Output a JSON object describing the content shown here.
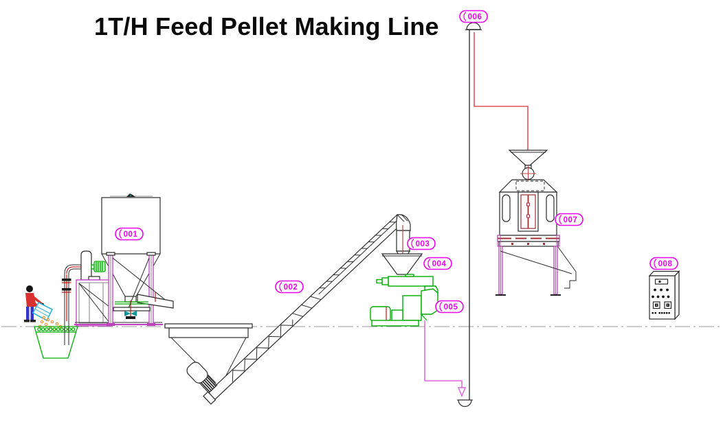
{
  "page": {
    "title": "1T/H Feed Pellet Making Line"
  },
  "balloons": [
    {
      "text": "001"
    },
    {
      "text": "002"
    },
    {
      "text": "003"
    },
    {
      "text": "004"
    },
    {
      "text": "005"
    },
    {
      "text": "006"
    },
    {
      "text": "007"
    },
    {
      "text": "008"
    }
  ],
  "colors": {
    "balloon_magenta": "#EE00EE",
    "machine_green": "#00AE00",
    "pneumatic_line_red": "#E05353",
    "pellet_line_magenta": "#DD66DD",
    "structure_purple": "#C040C0",
    "detail_dark_red": "#A03030",
    "valve_teal": "#009999",
    "centerline_gray": "#9A9A9A",
    "worker_shirt_red": "#D93030",
    "worker_pants_blue": "#3535CC",
    "bag_cyan": "#2FB3D9",
    "material_orange": "#F09030",
    "title_black": "#0A0A0A"
  }
}
